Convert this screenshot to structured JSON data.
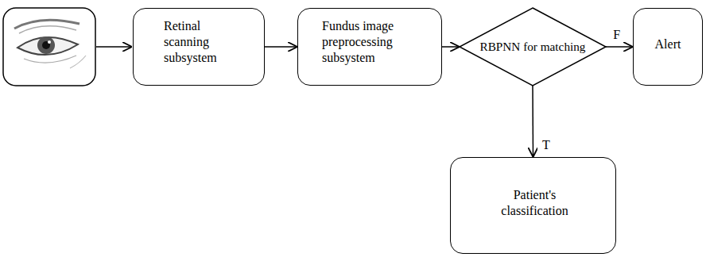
{
  "diagram": {
    "nodes": [
      {
        "text": [
          "Retinal scanning subsystem"
        ]
      },
      {
        "text": [
          "Fundus image preprocessing subsystem"
        ]
      },
      {
        "text": [
          "RBPNN for matching"
        ]
      },
      {
        "text": [
          "Alert"
        ]
      },
      {
        "text": [
          "Patient's classification"
        ]
      }
    ],
    "edges": [
      {
        "from": 0,
        "to": 1,
        "arrow": "to"
      },
      {
        "from": 1,
        "to": 2,
        "arrow": "to"
      },
      {
        "from": 2,
        "to": 3,
        "label": "F",
        "arrow": "to"
      },
      {
        "from": 2,
        "to": 4,
        "label": "T",
        "arrow": "to"
      }
    ]
  }
}
